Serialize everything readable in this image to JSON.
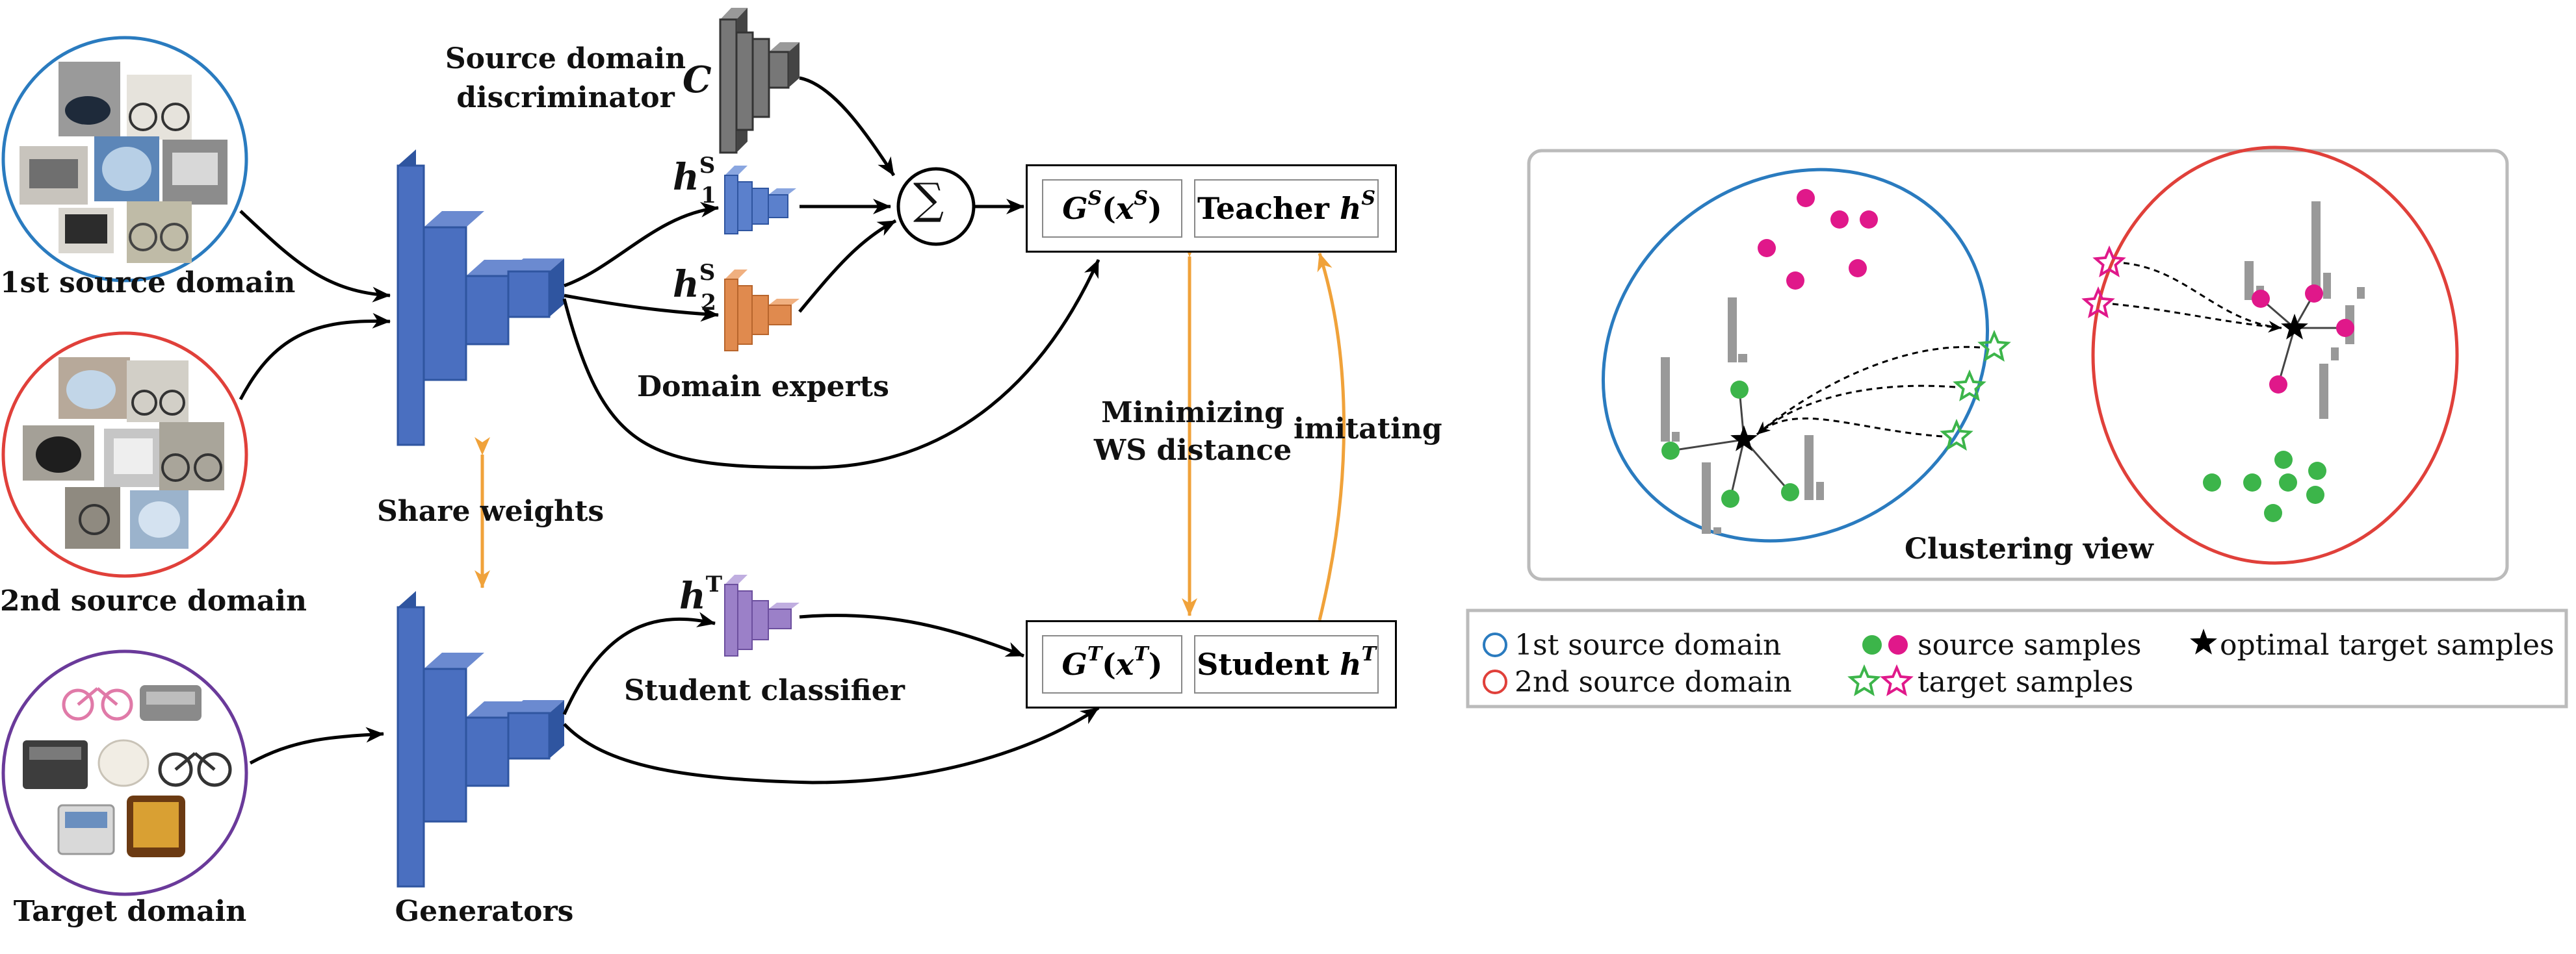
{
  "source_domains": {
    "first_label": "1st source domain",
    "second_label": "2nd source domain",
    "target_label": "Target domain"
  },
  "network": {
    "discriminator_label_line1": "Source domain",
    "discriminator_label_line2": "discriminator",
    "discriminator_symbol": "C",
    "expert1_symbol": "h",
    "expert1_sup": "S",
    "expert1_sub": "1",
    "expert2_symbol": "h",
    "expert2_sup": "S",
    "expert2_sub": "2",
    "experts_label": "Domain experts",
    "sum_symbol": "∑",
    "share_weights_label": "Share weights",
    "generators_label": "Generators",
    "student_symbol": "h",
    "student_sup": "T",
    "student_classifier_label": "Student classifier"
  },
  "teacher_box": {
    "gen_G": "G",
    "gen_sup": "S",
    "gen_arg_x": "x",
    "gen_arg_sup": "S",
    "teacher_word": "Teacher ",
    "teacher_h": "h",
    "teacher_sup": "S"
  },
  "student_box": {
    "gen_G": "G",
    "gen_sup": "T",
    "gen_arg_x": "x",
    "gen_arg_sup": "T",
    "student_word": "Student ",
    "student_h": "h",
    "student_sup": "T"
  },
  "arrows": {
    "minimizing_line1": "Minimizing",
    "minimizing_line2": "WS distance",
    "imitating": "imitating"
  },
  "clustering": {
    "title": "Clustering view"
  },
  "legend": {
    "first_source": "1st source domain",
    "second_source": "2nd source domain",
    "source_samples": "source samples",
    "target_samples": "target samples",
    "optimal_target": "optimal target samples"
  },
  "colors": {
    "blue_net": "#4a6fc0",
    "orange_expert": "#e08a4e",
    "purple_student": "#9b80c8",
    "gray_disc": "#777777",
    "orange_arrow": "#f0a23a",
    "first_domain": "#2a7bbf",
    "second_domain": "#e0403a",
    "target_domain": "#6a3a9a",
    "green_sample": "#3cb54a",
    "magenta_sample": "#e0188a"
  }
}
